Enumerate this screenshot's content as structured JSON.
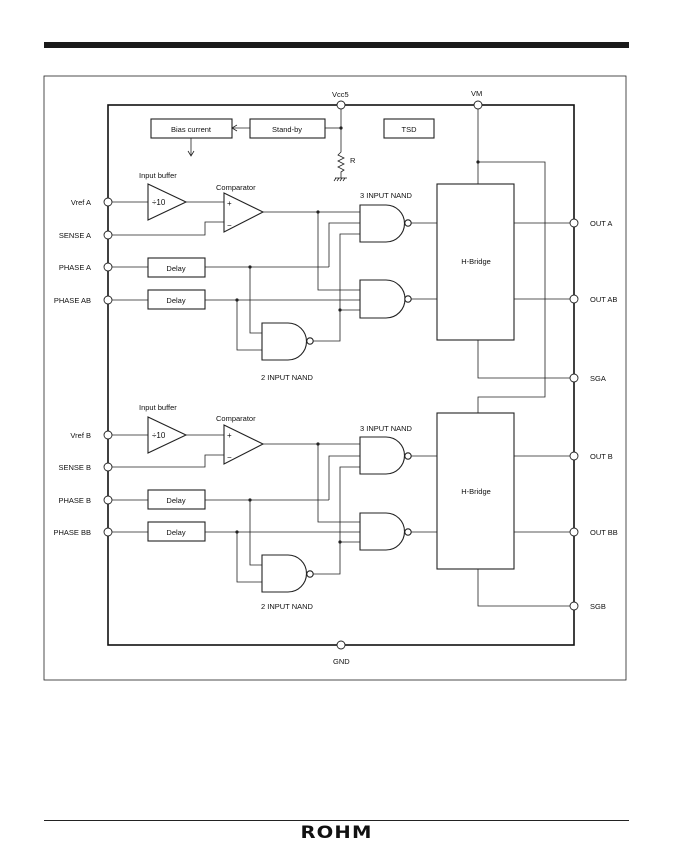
{
  "labels": {
    "vcc5": "Vcc5",
    "vm": "VM",
    "gnd": "GND",
    "r": "R",
    "bias": "Bias current",
    "standby": "Stand-by",
    "tsd": "TSD",
    "input_buffer": "Input buffer",
    "comparator": "Comparator",
    "divide": "÷10",
    "plus": "+",
    "minus": "−",
    "nand3": "3 INPUT NAND",
    "nand2": "2 INPUT NAND",
    "delay": "Delay",
    "hbridge": "H-Bridge"
  },
  "left_pins": [
    "Vref  A",
    "SENSE  A",
    "PHASE  A",
    "PHASE  AB",
    "Vref  B",
    "SENSE  B",
    "PHASE  B",
    "PHASE  BB"
  ],
  "right_pins": [
    "OUT  A",
    "OUT  AB",
    "SGA",
    "OUT  B",
    "OUT  BB",
    "SGB"
  ],
  "logo": "ROHM"
}
